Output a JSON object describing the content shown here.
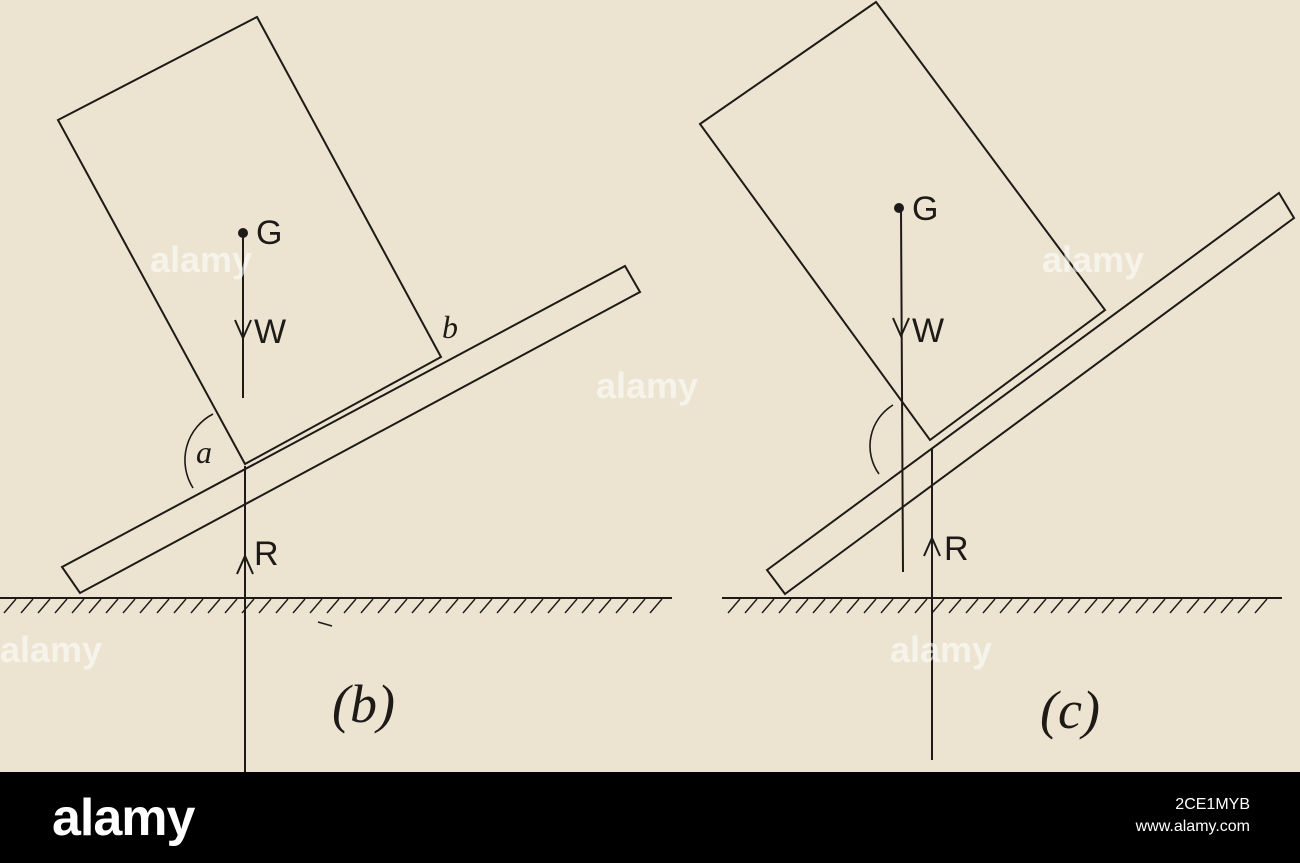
{
  "figure": {
    "left_panel": {
      "caption": "(b)",
      "point_label": "G",
      "weight_label": "W",
      "reaction_label": "R",
      "angle_label": "a",
      "corner_label": "b"
    },
    "right_panel": {
      "caption": "(c)",
      "point_label": "G",
      "weight_label": "W",
      "reaction_label": "R"
    },
    "watermark_text": "alamy"
  },
  "footer": {
    "logo": "alamy",
    "image_id": "2CE1MYB",
    "url": "www.alamy.com"
  }
}
